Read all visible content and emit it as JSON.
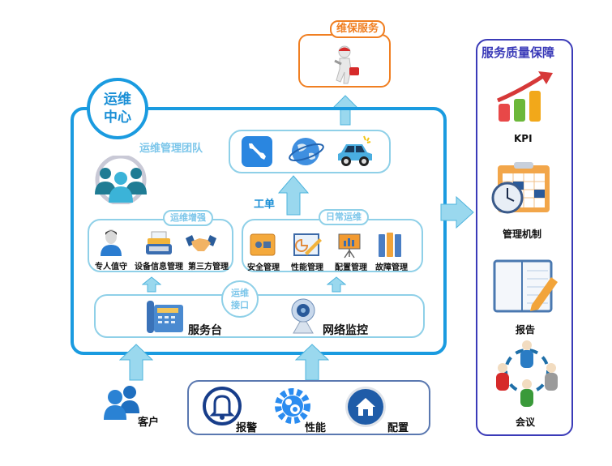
{
  "colors": {
    "center_border": "#1a9be0",
    "light_border": "#8fd0e8",
    "arrow_fill": "#9ad8ee",
    "orange": "#f07f22",
    "quality_border": "#3b3bb8",
    "quality_title": "#3a3ab8",
    "bottom_border": "#5a78b0"
  },
  "center": {
    "badge": [
      "运维",
      "中心"
    ],
    "team_label": "运维管理团队",
    "ticket_label": "工单"
  },
  "maintenance": {
    "label": "维保服务"
  },
  "top_tools": {
    "icons": [
      "wrench-icon",
      "globe-icon",
      "car-icon"
    ]
  },
  "enhance": {
    "label": "运维增强",
    "items": [
      "专人值守",
      "设备信息管理",
      "第三方管理"
    ]
  },
  "daily": {
    "label": "日常运维",
    "items": [
      "安全管理",
      "性能管理",
      "配置管理",
      "故障管理"
    ]
  },
  "interface": {
    "label": [
      "运维",
      "接口"
    ],
    "items": [
      "服务台",
      "网络监控"
    ]
  },
  "customer": {
    "label": "客户"
  },
  "sources": {
    "items": [
      "报警",
      "性能",
      "配置"
    ]
  },
  "quality": {
    "title": "服务质量保障",
    "items": [
      "KPI",
      "管理机制",
      "报告",
      "会议"
    ]
  }
}
